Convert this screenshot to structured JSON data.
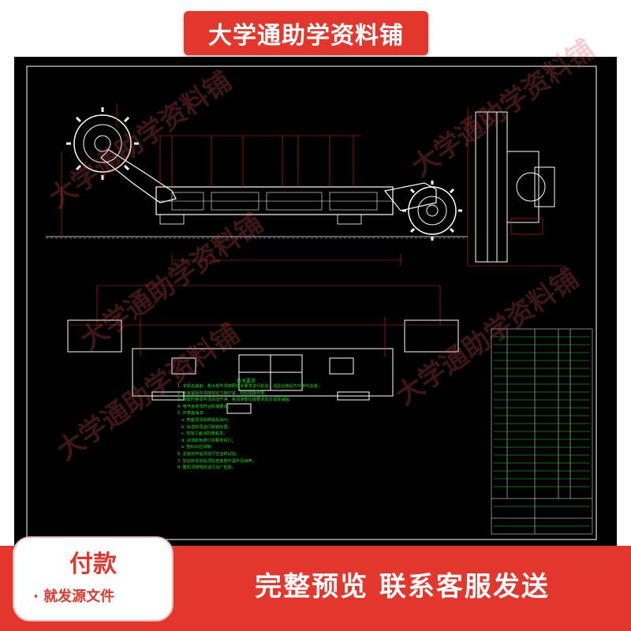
{
  "banner": {
    "title": "大学通助学资料铺"
  },
  "watermark": {
    "text": "大学通助学资料铺"
  },
  "drawing": {
    "notes_title": "技术要求",
    "notes": "1. 本机总装前，各大部件须按照技术要求进行检验，试验合格后方可参与总装。\n2. 所有紧固件须按规定力矩拧紧，防松措施可靠。\n3. 装配时各零件须清洁干净，各润滑部位按要求加注润滑油脂。\n4. 电气系统须符合防爆要求。\n5. 外表面油漆：\n   a. 表面须清除锈蚀及油污；\n   b. 涂漆前须进行除锈处理；\n   c. 非加工面涂防锈底漆；\n   d. 涂漆颜色按订货要求执行；\n   e. 各标识应清晰；\n6. 总装完毕后须进行空运转试验。\n7. 空运转试验后须检查各部件温升及噪声。\n8. 整机须按规定进行出厂检验。"
  },
  "payment": {
    "title": "付款",
    "subtitle": "就发源文件"
  },
  "footer": {
    "text": "完整预览  联系客服发送"
  },
  "colors": {
    "brand": "#e3372d",
    "drawing_bg": "#000000",
    "line": "#ffffff",
    "dimension": "#e02020",
    "text": "#18e018"
  }
}
